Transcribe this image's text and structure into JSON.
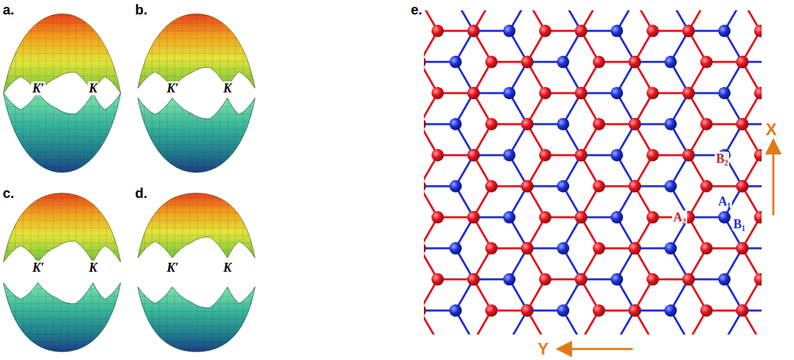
{
  "diagram": {
    "labels": [
      "a.",
      "K′",
      "K",
      "b.",
      "K′",
      "K",
      "c.",
      "K′",
      "K",
      "d.",
      "K′",
      "K",
      "e.",
      "B₂",
      "A₁",
      "A₂",
      "B₁",
      "X",
      "Y"
    ]
  }
}
